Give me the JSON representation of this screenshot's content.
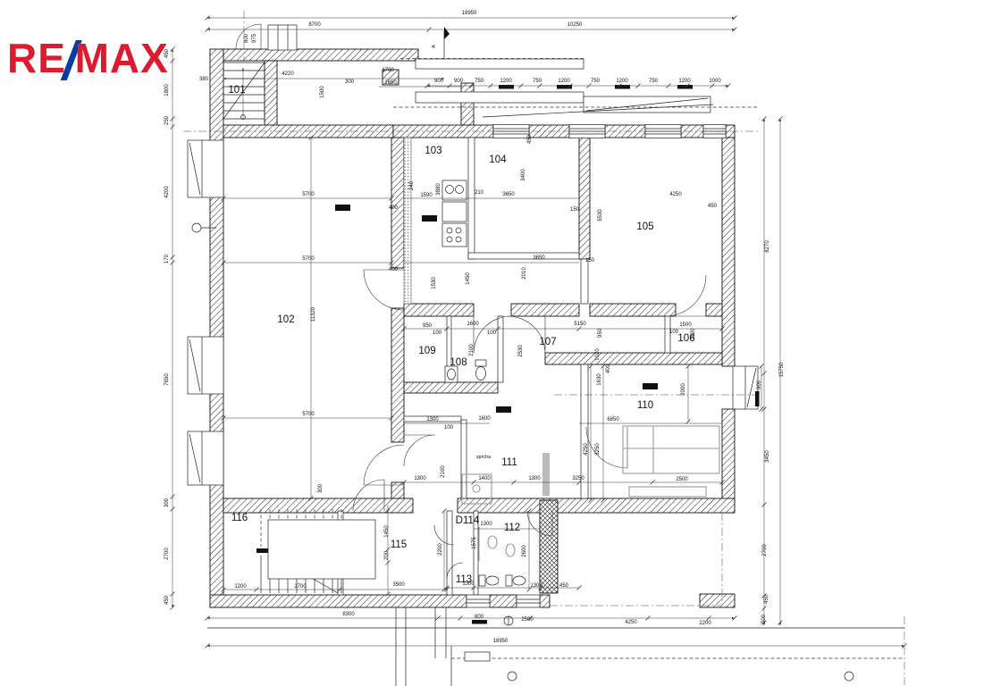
{
  "brand": {
    "re": "RE",
    "slash": "/",
    "max": "MAX",
    "red": "#dc1c2e",
    "blue": "#003da5"
  },
  "plan": {
    "rooms": [
      [
        "101",
        265,
        104
      ],
      [
        "102",
        320,
        361
      ],
      [
        "103",
        485,
        172
      ],
      [
        "104",
        557,
        182
      ],
      [
        "105",
        722,
        257
      ],
      [
        "106",
        768,
        382
      ],
      [
        "107",
        613,
        386
      ],
      [
        "108",
        513,
        409
      ],
      [
        "109",
        478,
        396
      ],
      [
        "110",
        722,
        457
      ],
      [
        "111",
        570,
        521
      ],
      [
        "112",
        573,
        594
      ],
      [
        "113",
        519,
        652
      ],
      [
        "D114",
        523,
        586
      ],
      [
        "115",
        446,
        613
      ],
      [
        "116",
        268,
        583
      ]
    ],
    "dims": [
      [
        "18950",
        525,
        16,
        0
      ],
      [
        "8700",
        352,
        29,
        0
      ],
      [
        "10250",
        643,
        29,
        0
      ],
      [
        "800",
        277,
        43,
        -90
      ],
      [
        "975",
        286,
        43,
        -90
      ],
      [
        "380",
        228,
        90,
        0
      ],
      [
        "4220",
        322,
        84,
        0
      ],
      [
        "300",
        391,
        93,
        0
      ],
      [
        "1700",
        434,
        80,
        0
      ],
      [
        "1650",
        437,
        94,
        0
      ],
      [
        "1500",
        362,
        103,
        -90
      ],
      [
        "900",
        491,
        92,
        0
      ],
      [
        "900",
        513,
        92,
        0
      ],
      [
        "750",
        536,
        92,
        0
      ],
      [
        "1200",
        566,
        92,
        0
      ],
      [
        "750",
        601,
        92,
        0
      ],
      [
        "1200",
        631,
        92,
        0
      ],
      [
        "750",
        666,
        92,
        0
      ],
      [
        "1200",
        696,
        92,
        0
      ],
      [
        "750",
        731,
        92,
        0
      ],
      [
        "1200",
        766,
        92,
        0
      ],
      [
        "1000",
        800,
        92,
        0
      ],
      [
        "450",
        188,
        60,
        -90
      ],
      [
        "1800",
        188,
        101,
        -90
      ],
      [
        "250",
        188,
        135,
        -90
      ],
      [
        "4200",
        188,
        215,
        -90
      ],
      [
        "170",
        188,
        290,
        -90
      ],
      [
        "7650",
        188,
        425,
        -90
      ],
      [
        "300",
        188,
        563,
        -90
      ],
      [
        "2700",
        188,
        620,
        -90
      ],
      [
        "450",
        188,
        672,
        -90
      ],
      [
        "8270",
        860,
        276,
        -90
      ],
      [
        "900",
        851,
        431,
        -90
      ],
      [
        "3450",
        860,
        511,
        -90
      ],
      [
        "2700",
        857,
        616,
        -90
      ],
      [
        "450",
        859,
        671,
        -90
      ],
      [
        "500",
        856,
        693,
        -90
      ],
      [
        "15750",
        876,
        414,
        -90
      ],
      [
        "5700",
        345,
        219,
        0
      ],
      [
        "5700",
        345,
        291,
        0
      ],
      [
        "5700",
        345,
        465,
        0
      ],
      [
        "11320",
        352,
        352,
        -90
      ],
      [
        "400",
        440,
        234,
        0
      ],
      [
        "400",
        440,
        303,
        0
      ],
      [
        "240",
        462,
        208,
        -90
      ],
      [
        "1590",
        477,
        220,
        0
      ],
      [
        "3880",
        492,
        212,
        -90
      ],
      [
        "210",
        536,
        217,
        0
      ],
      [
        "3650",
        569,
        219,
        0
      ],
      [
        "3400",
        587,
        196,
        -90
      ],
      [
        "450",
        594,
        156,
        -90
      ],
      [
        "150",
        643,
        236,
        0
      ],
      [
        "5530",
        673,
        241,
        -90
      ],
      [
        "4250",
        756,
        219,
        0
      ],
      [
        "450",
        797,
        232,
        0
      ],
      [
        "3650",
        603,
        290,
        0
      ],
      [
        "2010",
        588,
        306,
        -90
      ],
      [
        "1450",
        525,
        312,
        -90
      ],
      [
        "1530",
        487,
        317,
        -90
      ],
      [
        "150",
        660,
        293,
        0
      ],
      [
        "5150",
        649,
        364,
        0
      ],
      [
        "950",
        673,
        373,
        -90
      ],
      [
        "1500",
        767,
        365,
        0
      ],
      [
        "100",
        754,
        373,
        0
      ],
      [
        "1120",
        777,
        374,
        -90
      ],
      [
        "1020",
        670,
        397,
        -90
      ],
      [
        "950",
        478,
        366,
        0
      ],
      [
        "1600",
        529,
        364,
        0
      ],
      [
        "100",
        489,
        374,
        0
      ],
      [
        "100",
        550,
        374,
        0
      ],
      [
        "2100",
        529,
        392,
        -90
      ],
      [
        "2530",
        584,
        393,
        -90
      ],
      [
        "1300",
        484,
        471,
        0
      ],
      [
        "100",
        502,
        480,
        0
      ],
      [
        "1600",
        542,
        470,
        0
      ],
      [
        "1300",
        470,
        537,
        0
      ],
      [
        "2100",
        497,
        528,
        -90
      ],
      [
        "1400",
        542,
        537,
        0
      ],
      [
        "1300",
        598,
        537,
        0
      ],
      [
        "3250",
        647,
        537,
        0
      ],
      [
        "4250",
        657,
        503,
        -90
      ],
      [
        "3250",
        670,
        503,
        -90
      ],
      [
        "2000",
        766,
        436,
        -90
      ],
      [
        "6850",
        686,
        471,
        0
      ],
      [
        "1630",
        672,
        425,
        -90
      ],
      [
        "400",
        682,
        413,
        -90
      ],
      [
        "2500",
        763,
        538,
        0
      ],
      [
        "1200",
        269,
        658,
        0
      ],
      [
        "2700",
        336,
        658,
        0
      ],
      [
        "3500",
        446,
        656,
        0
      ],
      [
        "1450",
        434,
        595,
        -90
      ],
      [
        "200",
        434,
        622,
        -90
      ],
      [
        "300",
        360,
        547,
        -90
      ],
      [
        "2200",
        494,
        615,
        -90
      ],
      [
        "1300",
        544,
        588,
        0
      ],
      [
        "1575",
        532,
        608,
        -90
      ],
      [
        "2600",
        588,
        617,
        -90
      ],
      [
        "1300",
        524,
        655,
        0
      ],
      [
        "1300",
        600,
        657,
        0
      ],
      [
        "450",
        631,
        657,
        0
      ],
      [
        "8300",
        390,
        689,
        0
      ],
      [
        "800",
        536,
        692,
        0
      ],
      [
        "2500",
        590,
        695,
        0
      ],
      [
        "4250",
        706,
        698,
        0
      ],
      [
        "2200",
        789,
        699,
        0
      ],
      [
        "18950",
        560,
        719,
        0
      ]
    ],
    "notes": [
      [
        "sprcha",
        541,
        513,
        0
      ],
      [
        "A",
        487,
        52,
        -90
      ]
    ]
  }
}
